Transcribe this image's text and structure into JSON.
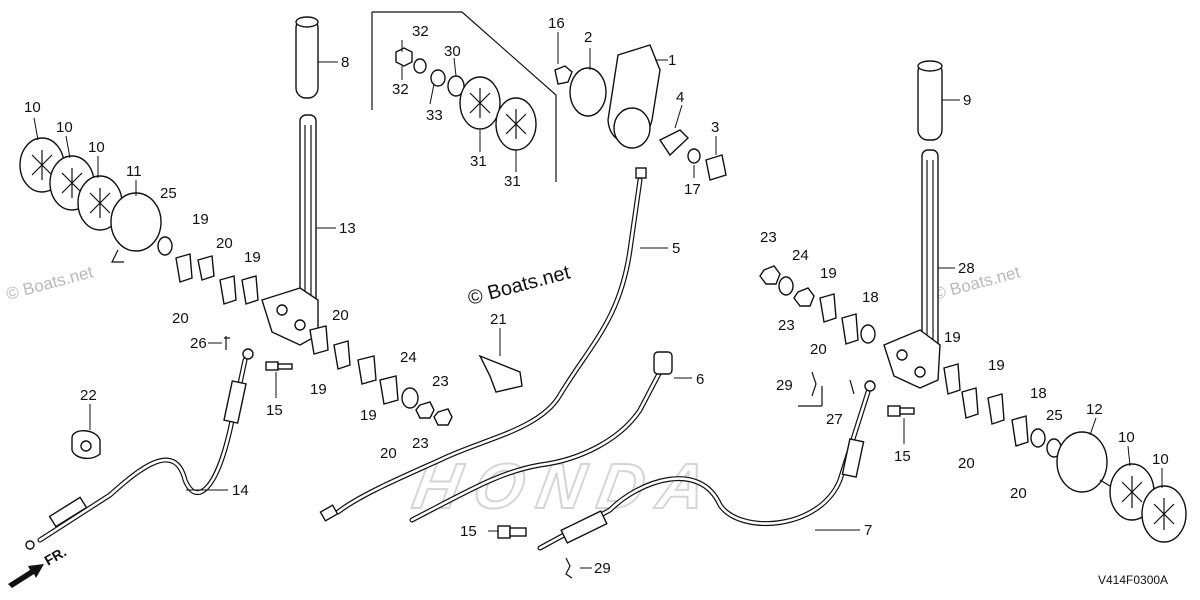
{
  "watermark": {
    "main": "© Boats.net",
    "faint": "© Boats.net"
  },
  "diagram_code": "V414F0300A",
  "front_indicator": "FR.",
  "background_brand_mark": "HONDA",
  "callouts": [
    {
      "id": "l1",
      "text": "1"
    },
    {
      "id": "l2",
      "text": "2"
    },
    {
      "id": "l3",
      "text": "3"
    },
    {
      "id": "l4",
      "text": "4"
    },
    {
      "id": "l5",
      "text": "5"
    },
    {
      "id": "l6",
      "text": "6"
    },
    {
      "id": "l7",
      "text": "7"
    },
    {
      "id": "l8",
      "text": "8"
    },
    {
      "id": "l9",
      "text": "9"
    },
    {
      "id": "l10a",
      "text": "10"
    },
    {
      "id": "l10b",
      "text": "10"
    },
    {
      "id": "l10c",
      "text": "10"
    },
    {
      "id": "l10d",
      "text": "10"
    },
    {
      "id": "l10e",
      "text": "10"
    },
    {
      "id": "l11",
      "text": "11"
    },
    {
      "id": "l12",
      "text": "12"
    },
    {
      "id": "l13",
      "text": "13"
    },
    {
      "id": "l14",
      "text": "14"
    },
    {
      "id": "l15a",
      "text": "15"
    },
    {
      "id": "l15b",
      "text": "15"
    },
    {
      "id": "l15c",
      "text": "15"
    },
    {
      "id": "l16",
      "text": "16"
    },
    {
      "id": "l17",
      "text": "17"
    },
    {
      "id": "l18a",
      "text": "18"
    },
    {
      "id": "l18b",
      "text": "18"
    },
    {
      "id": "l19a",
      "text": "19"
    },
    {
      "id": "l19b",
      "text": "19"
    },
    {
      "id": "l19c",
      "text": "19"
    },
    {
      "id": "l19d",
      "text": "19"
    },
    {
      "id": "l19e",
      "text": "19"
    },
    {
      "id": "l19f",
      "text": "19"
    },
    {
      "id": "l19g",
      "text": "19"
    },
    {
      "id": "l20a",
      "text": "20"
    },
    {
      "id": "l20b",
      "text": "20"
    },
    {
      "id": "l20c",
      "text": "20"
    },
    {
      "id": "l20d",
      "text": "20"
    },
    {
      "id": "l20e",
      "text": "20"
    },
    {
      "id": "l20f",
      "text": "20"
    },
    {
      "id": "l20g",
      "text": "20"
    },
    {
      "id": "l21",
      "text": "21"
    },
    {
      "id": "l22",
      "text": "22"
    },
    {
      "id": "l23a",
      "text": "23"
    },
    {
      "id": "l23b",
      "text": "23"
    },
    {
      "id": "l23c",
      "text": "23"
    },
    {
      "id": "l23d",
      "text": "23"
    },
    {
      "id": "l24a",
      "text": "24"
    },
    {
      "id": "l24b",
      "text": "24"
    },
    {
      "id": "l25a",
      "text": "25"
    },
    {
      "id": "l25b",
      "text": "25"
    },
    {
      "id": "l26",
      "text": "26"
    },
    {
      "id": "l27",
      "text": "27"
    },
    {
      "id": "l28",
      "text": "28"
    },
    {
      "id": "l29a",
      "text": "29"
    },
    {
      "id": "l29b",
      "text": "29"
    },
    {
      "id": "l30",
      "text": "30"
    },
    {
      "id": "l31a",
      "text": "31"
    },
    {
      "id": "l31b",
      "text": "31"
    },
    {
      "id": "l32a",
      "text": "32"
    },
    {
      "id": "l32b",
      "text": "32"
    },
    {
      "id": "l33",
      "text": "33"
    }
  ]
}
